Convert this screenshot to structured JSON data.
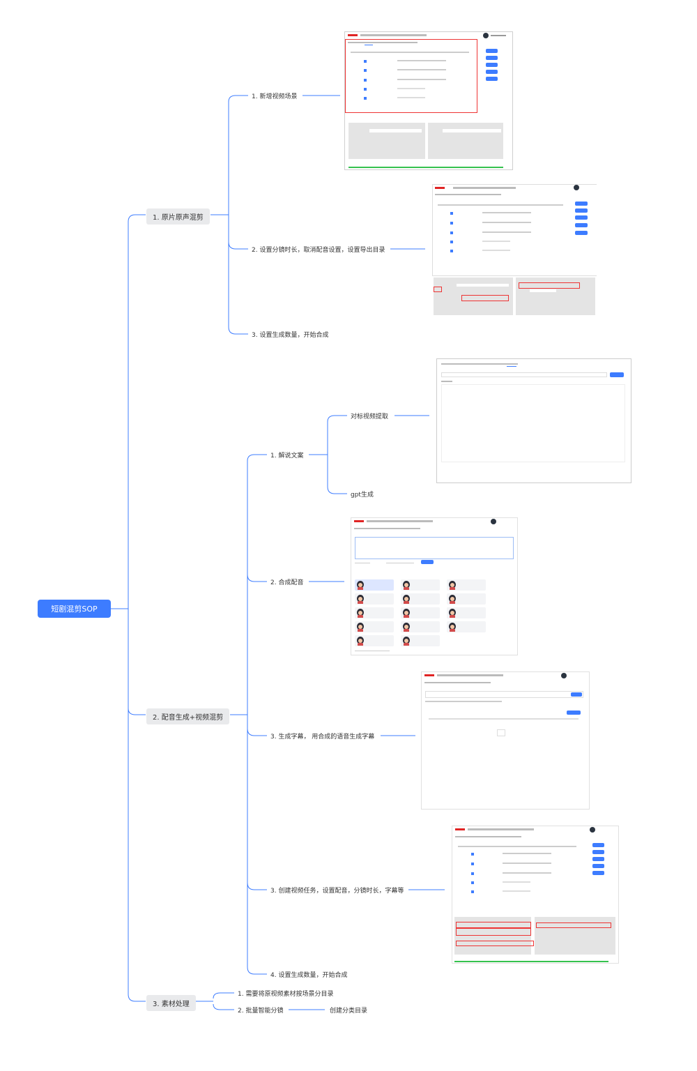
{
  "root": "短剧混剪SOP",
  "branches": [
    {
      "label": "1. 原片原声混剪",
      "children": [
        "1. 新增视频场景",
        "2. 设置分镜时长，取消配音设置，设置导出目录",
        "3. 设置生成数量，开始合成"
      ]
    },
    {
      "label": "2. 配音生成+视频混剪",
      "children": [
        "1. 解说文案",
        "2. 合成配音",
        "3. 生成字幕， 用合成的语音生成字幕",
        "3. 创建视频任务，设置配音，分镜时长，字幕等",
        "4. 设置生成数量，开始合成"
      ],
      "sub": [
        "对标视频提取",
        "gpt生成"
      ]
    },
    {
      "label": "3. 素材处理",
      "children": [
        "1. 需要将原视频素材按场景分目录",
        "2. 批量智能分镜"
      ],
      "sub": [
        "创建分类目录"
      ]
    }
  ],
  "colors": {
    "root": "#3d7cff",
    "line": "#3d7cff",
    "highlight": "#e02424",
    "progress": "#35c24e"
  }
}
